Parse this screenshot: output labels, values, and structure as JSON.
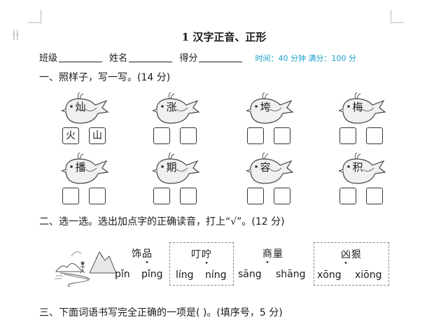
{
  "title": "1  汉字正音、正形",
  "header_info": {
    "class_label": "班级",
    "name_label": "姓名",
    "score_label": "得分",
    "meta": "时间：40 分钟  满分：100 分"
  },
  "section1": {
    "heading": "一、照样子，写一写。(14 分)",
    "birds": [
      {
        "char": "灿",
        "answers": [
          "火",
          "山"
        ]
      },
      {
        "char": "涨",
        "answers": [
          "",
          ""
        ]
      },
      {
        "char": "垮",
        "answers": [
          "",
          ""
        ]
      },
      {
        "char": "梅",
        "answers": [
          "",
          ""
        ]
      },
      {
        "char": "播",
        "answers": [
          "",
          ""
        ]
      },
      {
        "char": "期",
        "answers": [
          "",
          ""
        ]
      },
      {
        "char": "容",
        "answers": [
          "",
          ""
        ]
      },
      {
        "char": "积",
        "answers": [
          "",
          ""
        ]
      }
    ]
  },
  "section2": {
    "heading": "二、选一选。选出加点字的正确读音，打上“√”。(12 分)",
    "groups": [
      {
        "word_pre": "饰",
        "word_dot": "品",
        "word_post": "",
        "options": [
          "pǐn",
          "pǐng"
        ]
      },
      {
        "word_pre": "叮",
        "word_dot": "咛",
        "word_post": "",
        "options": [
          "líng",
          "níng"
        ]
      },
      {
        "word_pre": "",
        "word_dot": "商",
        "word_post": "量",
        "options": [
          "sāng",
          "shāng"
        ]
      },
      {
        "word_pre": "",
        "word_dot": "凶",
        "word_post": "狠",
        "options": [
          "xōng",
          "xiōng"
        ]
      }
    ]
  },
  "section3": {
    "heading": "三、下面词语书写完全正确的一项是(       )。(填序号，5 分)"
  }
}
